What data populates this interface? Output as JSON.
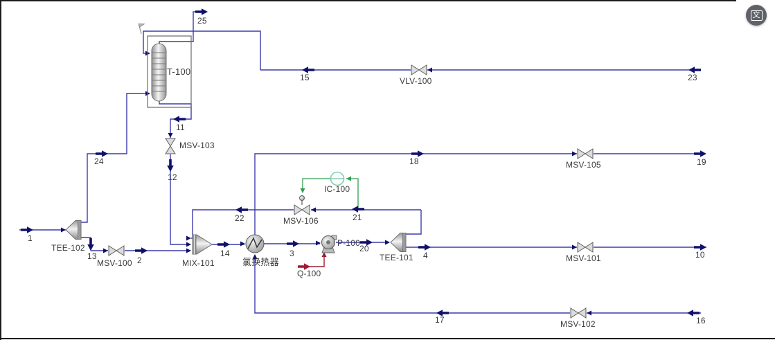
{
  "colors": {
    "stream_line": "#3c3cac",
    "stream_arrow": "#10106a",
    "energy_stream": "#9e1b32",
    "control_signal": "#2f9e50",
    "controller_outline": "#7fd0ae",
    "window_frame": "#1c1c1c",
    "label_text": "#3b3b3b"
  },
  "flowsheet": {
    "equipment": {
      "t100": "T-100",
      "tee102": "TEE-102",
      "tee101": "TEE-101",
      "mix101": "MIX-101",
      "msv100": "MSV-100",
      "msv101": "MSV-101",
      "msv102": "MSV-102",
      "msv103": "MSV-103",
      "msv105": "MSV-105",
      "msv106": "MSV-106",
      "vlv100": "VLV-100",
      "p100": "P-100",
      "hx": "氯换热器",
      "ic100": "IC-100",
      "q100": "Q-100"
    },
    "streams": {
      "s1": "1",
      "s2": "2",
      "s3": "3",
      "s4": "4",
      "s10": "10",
      "s11": "11",
      "s12": "12",
      "s13": "13",
      "s14": "14",
      "s15": "15",
      "s16": "16",
      "s17": "17",
      "s18": "18",
      "s19": "19",
      "s20": "20",
      "s21": "21",
      "s22": "22",
      "s23": "23",
      "s24": "24",
      "s25": "25"
    }
  },
  "overlay": {
    "translate_icon_char": "文"
  }
}
